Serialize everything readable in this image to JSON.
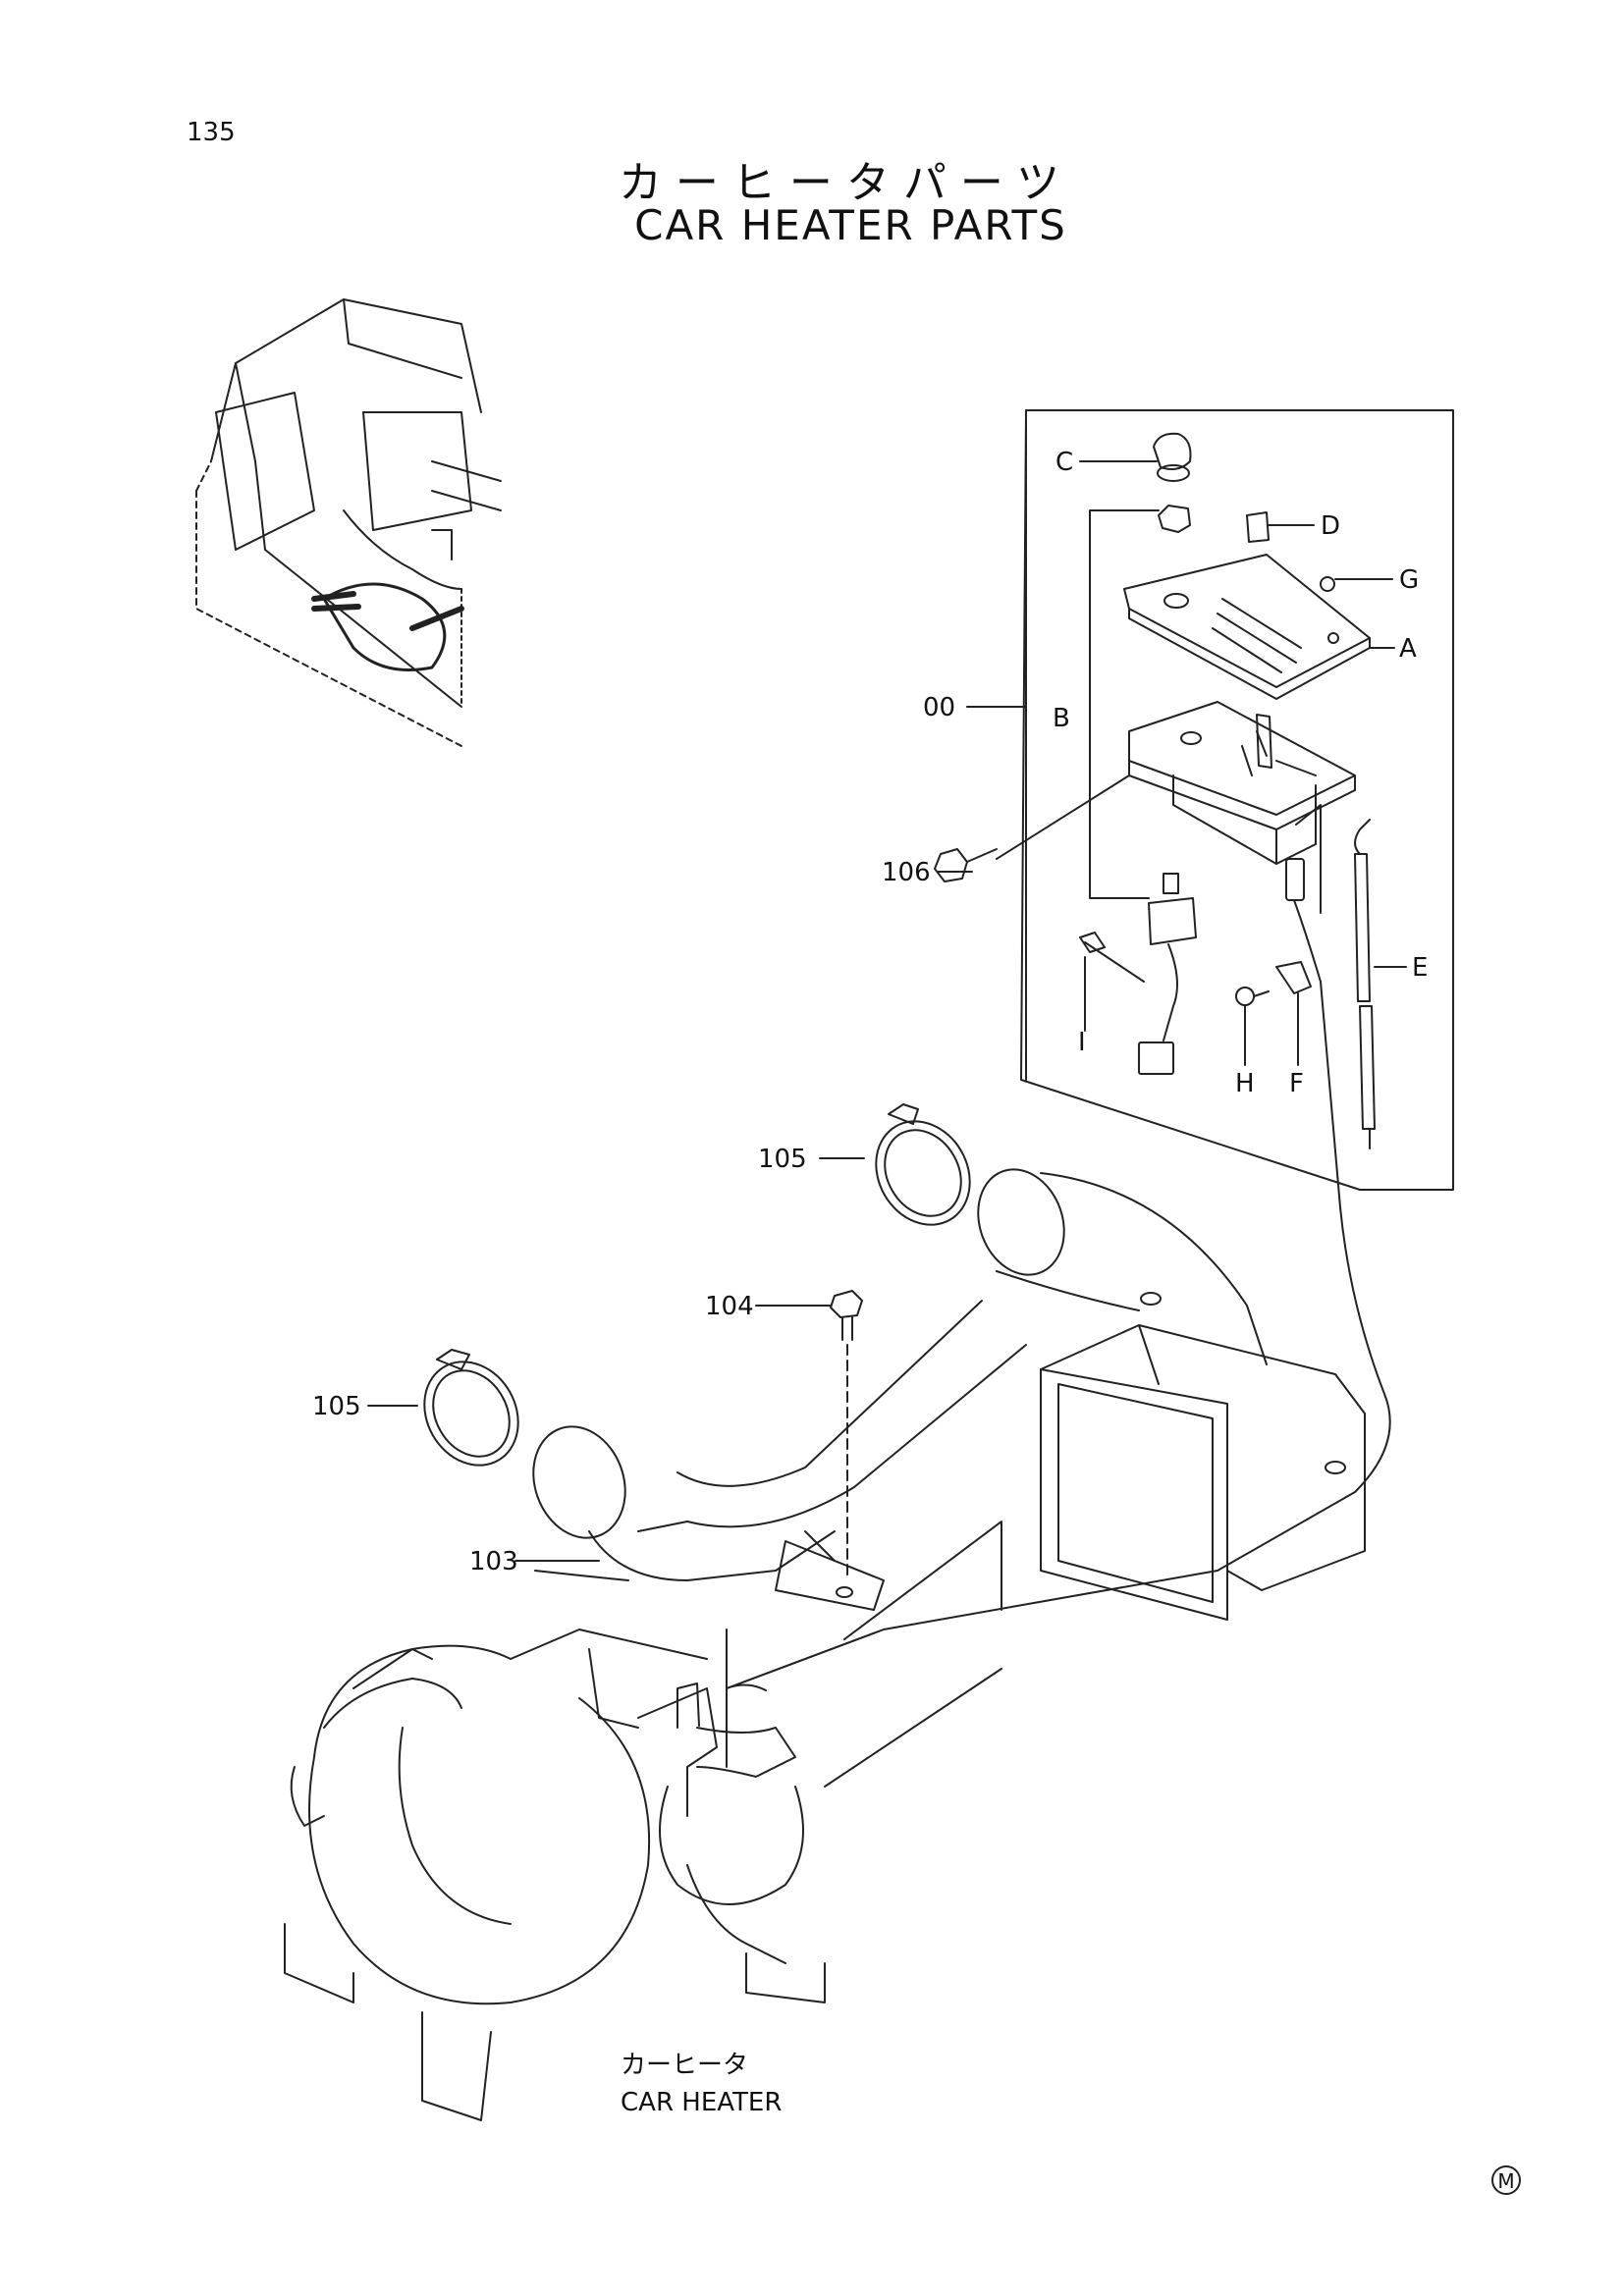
{
  "page": {
    "number": "135",
    "title_jp": "カーヒータパーツ",
    "title_en": "CAR HEATER PARTS"
  },
  "callouts": {
    "c00": "00",
    "cA": "A",
    "cB": "B",
    "cC": "C",
    "cD": "D",
    "cE": "E",
    "cF": "F",
    "cG": "G",
    "cH": "H",
    "cI": "I",
    "c103": "103",
    "c104": "104",
    "c105a": "105",
    "c105b": "105",
    "c106": "106"
  },
  "heater_label": {
    "jp": "カーヒータ",
    "en": "CAR HEATER"
  },
  "footer_mark": "M"
}
